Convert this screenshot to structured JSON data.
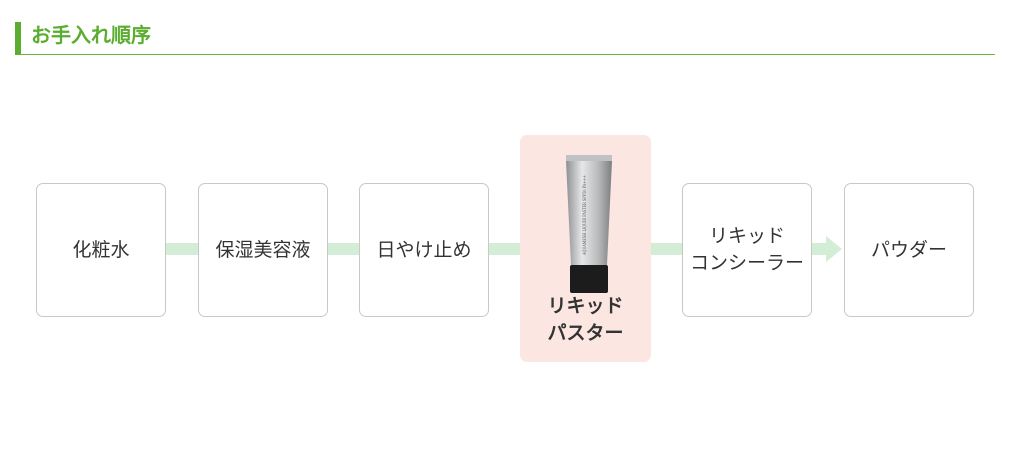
{
  "section": {
    "title": "お手入れ順序"
  },
  "steps": [
    {
      "label": "化粧水"
    },
    {
      "label": "保湿美容液"
    },
    {
      "label": "日やけ止め"
    },
    {
      "label_line1": "リキッド",
      "label_line2": "パスター",
      "current": true,
      "product_image_text": "AQUAMESH LIQUID PASTER SPF50 PA+++"
    },
    {
      "label_line1": "リキッド",
      "label_line2": "コンシーラー"
    },
    {
      "label": "パウダー"
    }
  ],
  "colors": {
    "accent": "#5aad2f",
    "connector": "#d4edd6",
    "highlight": "#fce6e1"
  }
}
